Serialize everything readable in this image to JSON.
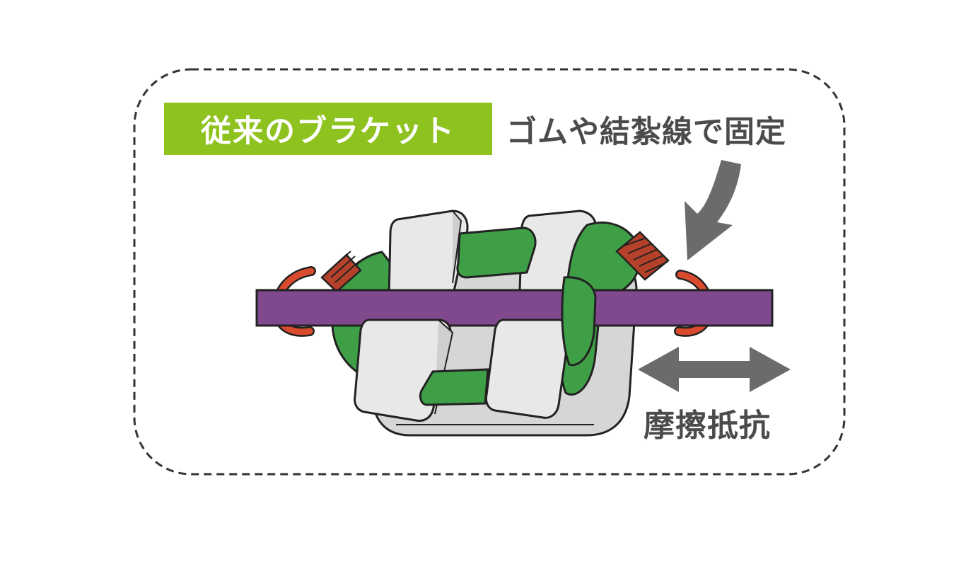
{
  "labels": {
    "conventional_bracket": "従来のブラケット",
    "fixation": "ゴムや結紮線で固定",
    "friction": "摩擦抵抗"
  },
  "colors": {
    "accent": "#8ec21f",
    "wire": "#80498e",
    "elastic": "#3f9f47",
    "ligature": "#d94b2c",
    "arrow": "#6b6b6b",
    "bracket": "#e8e8e8",
    "border": "#333333"
  }
}
